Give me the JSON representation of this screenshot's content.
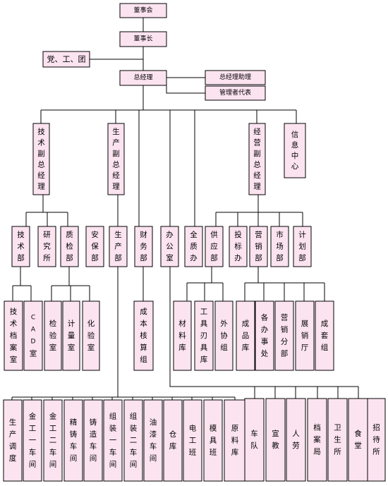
{
  "org_chart": {
    "nodes": [
      {
        "id": "board",
        "text": "董事会",
        "dir": "h"
      },
      {
        "id": "chairman",
        "text": "董事长",
        "dir": "h"
      },
      {
        "id": "party",
        "text": "党、工、团",
        "dir": "h"
      },
      {
        "id": "gm",
        "text": "总经理",
        "dir": "h"
      },
      {
        "id": "gm_asst",
        "text": "总经理助理",
        "dir": "h"
      },
      {
        "id": "mgmt_rep",
        "text": "管理者代表",
        "dir": "h"
      },
      {
        "id": "tech_vp",
        "text": "技术副总经理",
        "dir": "v"
      },
      {
        "id": "prod_vp",
        "text": "生产副总经理",
        "dir": "v"
      },
      {
        "id": "biz_vp",
        "text": "经营副总经理",
        "dir": "v"
      },
      {
        "id": "info",
        "text": "信息中心",
        "dir": "v"
      },
      {
        "id": "tech_dept",
        "text": "技术部",
        "dir": "v"
      },
      {
        "id": "research",
        "text": "研究所",
        "dir": "v"
      },
      {
        "id": "qc_dept",
        "text": "质检部",
        "dir": "v"
      },
      {
        "id": "safety",
        "text": "安保部",
        "dir": "v"
      },
      {
        "id": "prod_dept",
        "text": "生产部",
        "dir": "v"
      },
      {
        "id": "finance",
        "text": "财务部",
        "dir": "v"
      },
      {
        "id": "office",
        "text": "办公室",
        "dir": "v"
      },
      {
        "id": "quality_office",
        "text": "全质办",
        "dir": "v"
      },
      {
        "id": "supply",
        "text": "供应部",
        "dir": "v"
      },
      {
        "id": "bidding",
        "text": "投标办",
        "dir": "v"
      },
      {
        "id": "sales",
        "text": "营销部",
        "dir": "v"
      },
      {
        "id": "market",
        "text": "市场部",
        "dir": "v"
      },
      {
        "id": "plan",
        "text": "计划部",
        "dir": "v"
      },
      {
        "id": "tech_archive",
        "text": "技术档案室",
        "dir": "v"
      },
      {
        "id": "cad",
        "text": "CAD室",
        "dir": "v"
      },
      {
        "id": "inspect",
        "text": "检验室",
        "dir": "v"
      },
      {
        "id": "metrology",
        "text": "计量室",
        "dir": "v"
      },
      {
        "id": "chem_lab",
        "text": "化验室",
        "dir": "v"
      },
      {
        "id": "cost",
        "text": "成本核算组",
        "dir": "v"
      },
      {
        "id": "material_store",
        "text": "材料库",
        "dir": "v"
      },
      {
        "id": "tool_store",
        "text": "工具刃具库",
        "dir": "v"
      },
      {
        "id": "outsourcing",
        "text": "外协组",
        "dir": "v"
      },
      {
        "id": "finished_store",
        "text": "成品库",
        "dir": "v"
      },
      {
        "id": "offices",
        "text": "各办事处",
        "dir": "v"
      },
      {
        "id": "branch",
        "text": "营销分部",
        "dir": "v"
      },
      {
        "id": "showroom",
        "text": "展销厅",
        "dir": "v"
      },
      {
        "id": "kit_group",
        "text": "成套组",
        "dir": "v"
      },
      {
        "id": "prod_sched",
        "text": "生产调度",
        "dir": "v"
      },
      {
        "id": "ws_metal1",
        "text": "金工一车间",
        "dir": "v"
      },
      {
        "id": "ws_metal2",
        "text": "金工二车间",
        "dir": "v"
      },
      {
        "id": "ws_precision",
        "text": "精铸车间",
        "dir": "v"
      },
      {
        "id": "ws_casting",
        "text": "铸造车间",
        "dir": "v"
      },
      {
        "id": "ws_asm1",
        "text": "组装一车间",
        "dir": "v"
      },
      {
        "id": "ws_asm2",
        "text": "组装二车间",
        "dir": "v"
      },
      {
        "id": "ws_paint",
        "text": "油漆车间",
        "dir": "v"
      },
      {
        "id": "warehouse",
        "text": "仓库",
        "dir": "v"
      },
      {
        "id": "electric",
        "text": "电工班",
        "dir": "v"
      },
      {
        "id": "mold",
        "text": "模具班",
        "dir": "v"
      },
      {
        "id": "raw_store",
        "text": "原料库",
        "dir": "v"
      },
      {
        "id": "motorcade",
        "text": "车队",
        "dir": "v"
      },
      {
        "id": "education",
        "text": "宣教",
        "dir": "v"
      },
      {
        "id": "hr",
        "text": "人劳",
        "dir": "v"
      },
      {
        "id": "archives",
        "text": "档案局",
        "dir": "v"
      },
      {
        "id": "clinic",
        "text": "卫生所",
        "dir": "v"
      },
      {
        "id": "canteen",
        "text": "食堂",
        "dir": "v"
      },
      {
        "id": "guesthouse",
        "text": "招待所",
        "dir": "v"
      }
    ]
  }
}
